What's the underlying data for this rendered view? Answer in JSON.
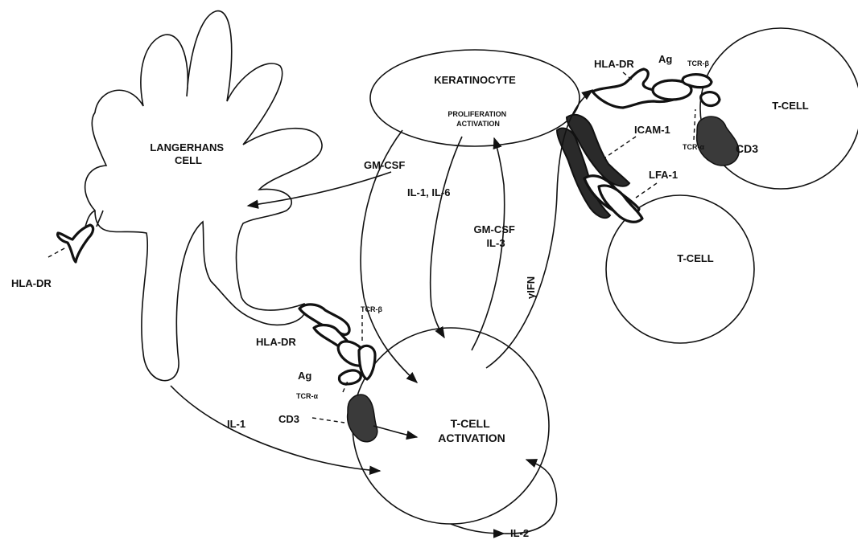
{
  "cells": {
    "langerhans": "LANGERHANS\nCELL",
    "keratinocyte": "KERATINOCYTE",
    "keratinocyte_note": "PROLIFERATION\nACTIVATION",
    "tcell_activation": "T-CELL\nACTIVATION",
    "tcell_upper": "T-CELL",
    "tcell_lower": "T-CELL"
  },
  "molecules": {
    "hla_dr_left": "HLA-DR",
    "hla_dr_center": "HLA-DR",
    "ag_center": "Ag",
    "tcr_beta_center": "TCR-β",
    "tcr_alpha_center": "TCR-α",
    "cd3_center": "CD3",
    "hla_dr_right": "HLA-DR",
    "ag_right": "Ag",
    "tcr_beta_right": "TCR-β",
    "tcr_alpha_right": "TCR-α",
    "cd3_right": "CD3",
    "icam1": "ICAM-1",
    "lfa1": "LFA-1"
  },
  "cytokines": {
    "gmcsf_to_lc": "GM-CSF",
    "il1_il6": "IL-1,  IL-6",
    "gmcsf_il3": "GM-CSF\nIL-3",
    "yifn": "γIFN",
    "il1": "IL-1",
    "il2": "IL-2"
  }
}
